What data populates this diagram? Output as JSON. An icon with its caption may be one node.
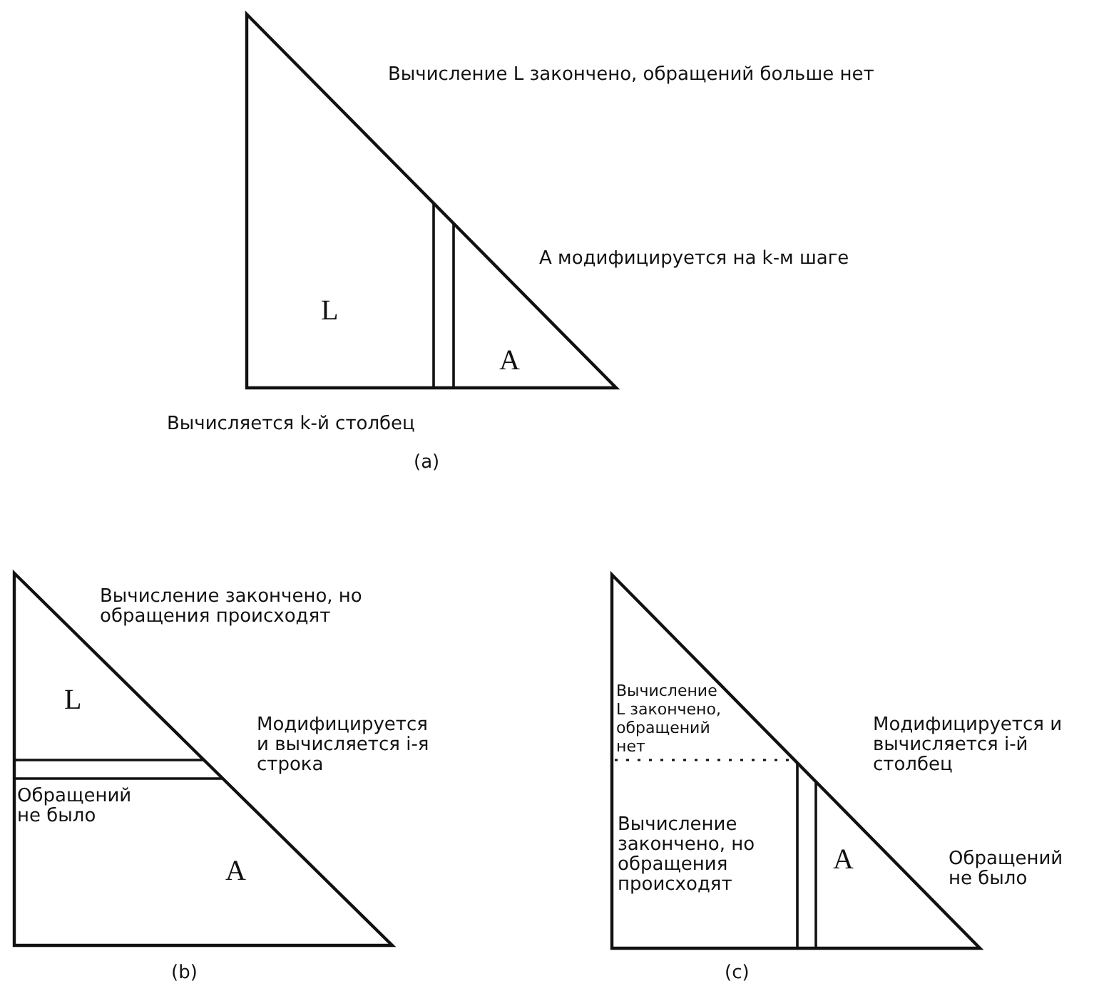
{
  "diagram": {
    "labels": [
      "Вычисление L закончено, обращений больше нет",
      "A модифицируется на k-м шаге",
      "L",
      "A",
      "Вычисляется k-й столбец",
      "(a)",
      "Вычисление закончено, но обращения происходят",
      "L",
      "Модифицируется и вычисляется i-я строка",
      "Обращений не было",
      "A",
      "(b)",
      "Вычисление L закончено, обращений нет",
      "Модифицируется и вычисляется i-й столбец",
      "Вычисление закончено, но обращения происходят",
      "A",
      "Обращений не было",
      "(c)"
    ]
  }
}
